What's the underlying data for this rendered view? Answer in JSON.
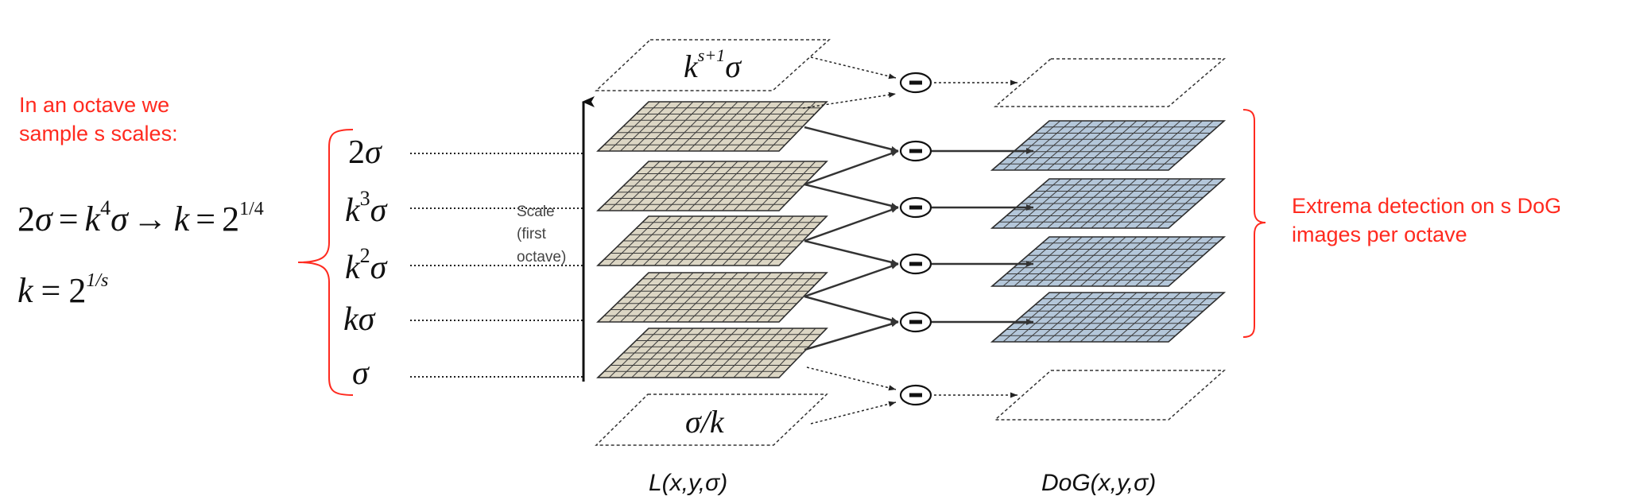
{
  "note": {
    "line1": "In an octave we",
    "line2": "sample s scales:"
  },
  "formula1": {
    "lhs_num": "2",
    "sigma": "σ",
    "eq": "=",
    "k": "k",
    "four": "4",
    "arrow": "→",
    "two": "2",
    "exp": "1/4"
  },
  "formula2": {
    "k": "k",
    "eq": "=",
    "two": "2",
    "exp": "1/s"
  },
  "scale_labels": [
    {
      "base": "2σ",
      "sup": ""
    },
    {
      "base": "k",
      "sup": "3",
      "tail": "σ"
    },
    {
      "base": "k",
      "sup": "2",
      "tail": "σ"
    },
    {
      "base": "kσ",
      "sup": ""
    },
    {
      "base": "σ",
      "sup": ""
    }
  ],
  "axis": {
    "line1": "Scale",
    "line2": "(first",
    "line3": "octave)"
  },
  "plane_labels": {
    "top_k": "k",
    "top_sup": "s+1",
    "top_sigma": "σ",
    "bottom": "σ/k"
  },
  "minus_symbol": "−",
  "captions": {
    "left": "L(x,y,σ)",
    "right": "DoG(x,y,σ)"
  },
  "extrema": {
    "line1": "Extrema detection on s DoG",
    "line2": "images per octave"
  },
  "colors": {
    "annotation_red": "#ff2a1f",
    "gaussian_fill": "#dcd6c4",
    "dog_fill": "#b4c7da",
    "grid_line": "#3a3a3a"
  }
}
